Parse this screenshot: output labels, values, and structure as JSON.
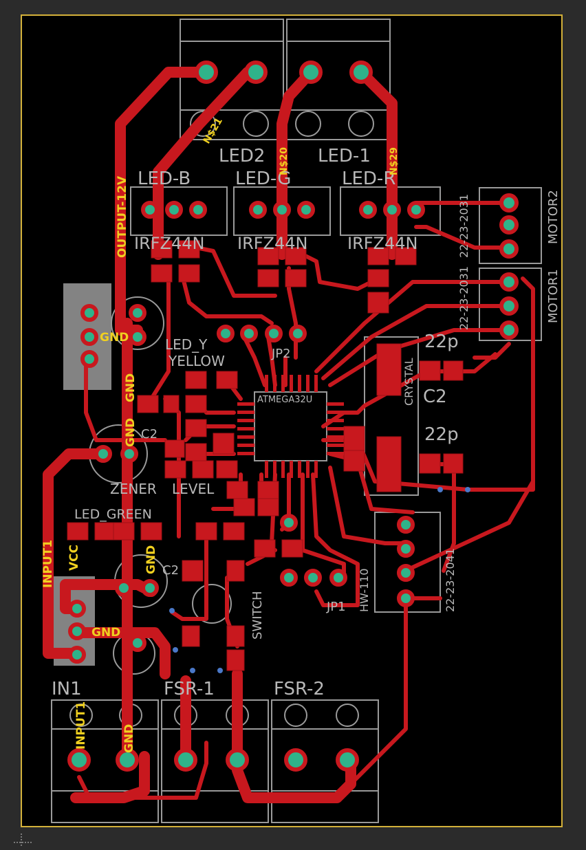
{
  "board": {
    "background": "#000000",
    "outline_color": "#d4b13a",
    "trace_color": "#c8181e",
    "silk_color": "#b8b8b8",
    "label_color": "#f0d020",
    "via_color": "#2fb38a"
  },
  "silk": {
    "led2": "LED2",
    "led1": "LED-1",
    "led_b": "LED-B",
    "led_g": "LED-G",
    "led_r": "LED-R",
    "led_yellow": "LED_Y",
    "yellow": "YELLOW",
    "led_green": "LED_GREEN",
    "zener": "ZENER",
    "level": "LEVEL",
    "atmega": "ATMEGA32U",
    "motor1": "MOTOR1",
    "motor2": "MOTOR2",
    "fsr1": "FSR-1",
    "fsr2": "FSR-2",
    "in1": "IN1",
    "switch": "SWITCH",
    "crystal": "CRYSTAL",
    "cap22_top": "22p",
    "cap22_bot": "22p",
    "c2_top": "C2",
    "c2_left": "C2",
    "c2_bottom": "C2",
    "jp1": "JP1",
    "jp2": "JP2",
    "hw110": "HW-110",
    "code1": "22-23-2031",
    "code2": "22-23-2031",
    "code3": "22-23-2041",
    "u_irfz": "IRFZ44N",
    "u_irfz2": "IRFZ44N",
    "u_irfz3": "IRFZ44N"
  },
  "net_labels": {
    "output12v": "OUTPUT-12V",
    "gnd1": "GND",
    "gnd2": "GND",
    "gnd3": "GND",
    "gnd4": "GND",
    "gnd5": "GND",
    "gnd6": "GND",
    "input1_a": "INPUT1",
    "input1_b": "INPUT1",
    "vcc": "VCC",
    "n321": "N$21",
    "n320": "N$20",
    "n329": "N$29"
  }
}
